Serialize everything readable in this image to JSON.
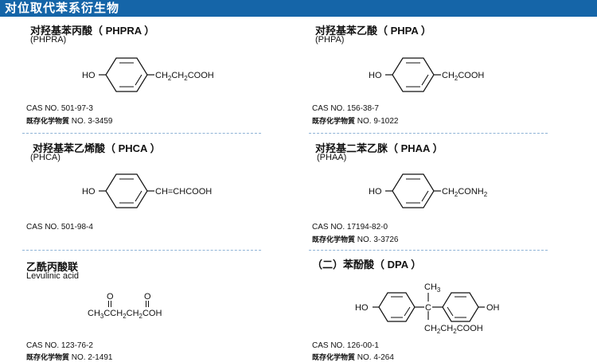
{
  "header": {
    "title": "对位取代苯系衍生物"
  },
  "compounds": [
    {
      "name": "对羟基苯丙酸（ PHPRA ）",
      "abbr": "(PHPRA)",
      "structure": {
        "left": "HO",
        "right_main": "CH",
        "right_sub1": "2",
        "right_mid": "CH",
        "right_sub2": "2",
        "right_end": "COOH"
      },
      "cas": "CAS NO. 501-97-3",
      "miti_label": "既存化学物質",
      "miti_no": "NO. 3-3459"
    },
    {
      "name": "对羟基苯乙酸（ PHPA ）",
      "abbr": "(PHPA)",
      "structure": {
        "left": "HO",
        "right_main": "CH",
        "right_sub1": "2",
        "right_end": "COOH"
      },
      "cas": "CAS NO. 156-38-7",
      "miti_label": "既存化学物質",
      "miti_no": "NO. 9-1022"
    },
    {
      "name": "对羟基苯乙烯酸（ PHCA ）",
      "abbr": "(PHCA)",
      "structure": {
        "left": "HO",
        "right_text": "CH=CHCOOH"
      },
      "cas": "CAS NO. 501-98-4"
    },
    {
      "name": "对羟基二苯乙脒（ PHAA ）",
      "abbr": "(PHAA)",
      "structure": {
        "left": "HO",
        "right_main": "CH",
        "right_sub1": "2",
        "right_mid": "CONH",
        "right_sub2": "2"
      },
      "cas": "CAS NO. 17194-82-0",
      "miti_label": "既存化学物質",
      "miti_no": "NO. 3-3726"
    },
    {
      "name": "乙酰丙酸联",
      "abbr": "Levulinic acid",
      "structure": {
        "o1": "O",
        "o2": "O",
        "p1": "CH",
        "s1": "3",
        "p2": "CCH",
        "s2": "2",
        "p3": "CH",
        "s3": "2",
        "p4": "COH"
      },
      "cas": "CAS NO. 123-76-2",
      "miti_label": "既存化学物質",
      "miti_no": "NO. 2-1491"
    },
    {
      "name": "（二）苯酚酸（ DPA ）",
      "structure": {
        "top": "CH",
        "top_sub": "3",
        "left": "HO",
        "right": "OH",
        "center": "C",
        "bottom_a": "CH",
        "bottom_s1": "2",
        "bottom_b": "CH",
        "bottom_s2": "2",
        "bottom_c": "COOH"
      },
      "cas": "CAS NO. 126-00-1",
      "miti_label": "既存化学物質",
      "miti_no": "NO. 4-264"
    }
  ]
}
